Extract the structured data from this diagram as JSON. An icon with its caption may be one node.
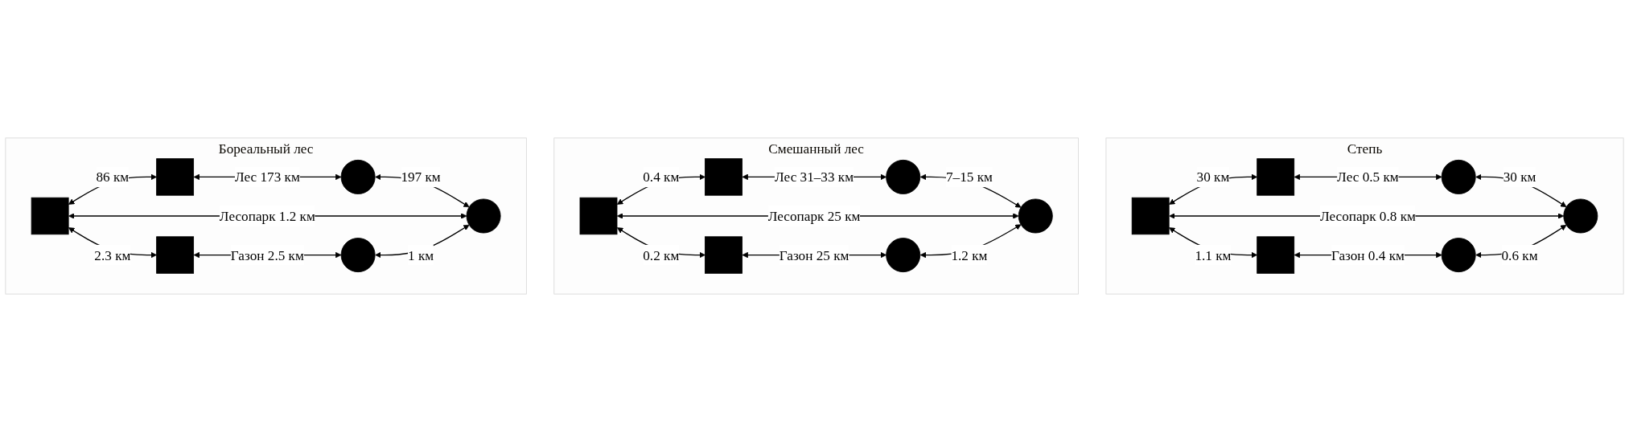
{
  "diagram": {
    "nodes": [
      {
        "text": [
          "Бореальный лес"
        ]
      },
      {
        "text": [],
        "shape": "box",
        "in": 0
      },
      {
        "text": [],
        "shape": "circle",
        "in": 0
      },
      {
        "text": [],
        "shape": "box",
        "in": 0
      },
      {
        "text": [],
        "shape": "circle",
        "in": 0
      },
      {
        "text": [],
        "shape": "box",
        "in": 0
      },
      {
        "text": [],
        "shape": "circle",
        "in": 0
      },
      {
        "text": [
          "Смешанный лес"
        ]
      },
      {
        "text": [],
        "shape": "box",
        "in": 7
      },
      {
        "text": [],
        "shape": "circle",
        "in": 7
      },
      {
        "text": [],
        "shape": "box",
        "in": 7
      },
      {
        "text": [],
        "shape": "circle",
        "in": 7
      },
      {
        "text": [],
        "shape": "box",
        "in": 7
      },
      {
        "text": [],
        "shape": "circle",
        "in": 7
      },
      {
        "text": [
          "Степь"
        ]
      },
      {
        "text": [],
        "shape": "box",
        "in": 14
      },
      {
        "text": [],
        "shape": "circle",
        "in": 14
      },
      {
        "text": [],
        "shape": "box",
        "in": 14
      },
      {
        "text": [],
        "shape": "circle",
        "in": 14
      },
      {
        "text": [],
        "shape": "box",
        "in": 14
      },
      {
        "text": [],
        "shape": "circle",
        "in": 14
      }
    ],
    "edges": [
      {
        "from": 1,
        "to": 2,
        "arrow": "both",
        "label": "Лес 173 км"
      },
      {
        "from": 3,
        "to": 1,
        "arrow": "both",
        "label": "86 км"
      },
      {
        "from": 2,
        "to": 4,
        "arrow": "both",
        "label": "197 км"
      },
      {
        "from": 3,
        "to": 4,
        "arrow": "both",
        "label": "Лесопарк 1.2 км"
      },
      {
        "from": 3,
        "to": 5,
        "arrow": "both",
        "label": "2.3 км"
      },
      {
        "from": 6,
        "to": 4,
        "arrow": "both",
        "label": "1 км"
      },
      {
        "from": 5,
        "to": 6,
        "arrow": "both",
        "label": "Газон 2.5 км"
      },
      {
        "from": 8,
        "to": 9,
        "arrow": "both",
        "label": "Лес 31–33 км"
      },
      {
        "from": 10,
        "to": 8,
        "arrow": "both",
        "label": "0.4 км"
      },
      {
        "from": 9,
        "to": 11,
        "arrow": "both",
        "label": "7–15 км"
      },
      {
        "from": 10,
        "to": 11,
        "arrow": "both",
        "label": "Лесопарк 25 км"
      },
      {
        "from": 10,
        "to": 12,
        "arrow": "both",
        "label": "0.2 км"
      },
      {
        "from": 13,
        "to": 11,
        "arrow": "both",
        "label": "1.2 км"
      },
      {
        "from": 12,
        "to": 13,
        "arrow": "both",
        "label": "Газон 25 км"
      },
      {
        "from": 15,
        "to": 16,
        "arrow": "both",
        "label": "Лес 0.5 км"
      },
      {
        "from": 17,
        "to": 15,
        "arrow": "both",
        "label": "30 км"
      },
      {
        "from": 16,
        "to": 18,
        "arrow": "both",
        "label": "30 км"
      },
      {
        "from": 17,
        "to": 18,
        "arrow": "both",
        "label": "Лесопарк 0.8 км"
      },
      {
        "from": 17,
        "to": 19,
        "arrow": "both",
        "label": "1.1 км"
      },
      {
        "from": 20,
        "to": 18,
        "arrow": "both",
        "label": "0.6 км"
      },
      {
        "from": 19,
        "to": 20,
        "arrow": "both",
        "label": "Газон 0.4 км"
      }
    ]
  }
}
